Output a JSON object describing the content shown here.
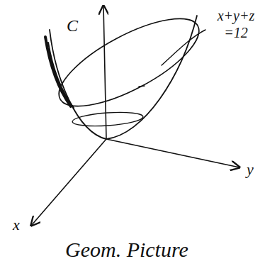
{
  "diagram": {
    "labels": [
      "C",
      "x+y+z =12",
      "y",
      "x",
      "Geom. Picture"
    ]
  }
}
